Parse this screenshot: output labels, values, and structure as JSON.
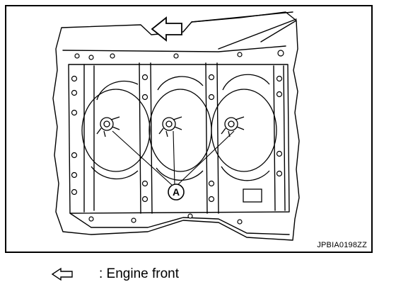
{
  "figure": {
    "code": "JPBIA0198ZZ",
    "callout": "A",
    "subject": "engine-block-top-view",
    "cylinder_count": 3,
    "marked_part_count": 3
  },
  "legend": {
    "icon": "hollow-left-arrow-icon",
    "text": ": Engine front"
  },
  "colors": {
    "line": "#000000",
    "background": "#ffffff"
  }
}
